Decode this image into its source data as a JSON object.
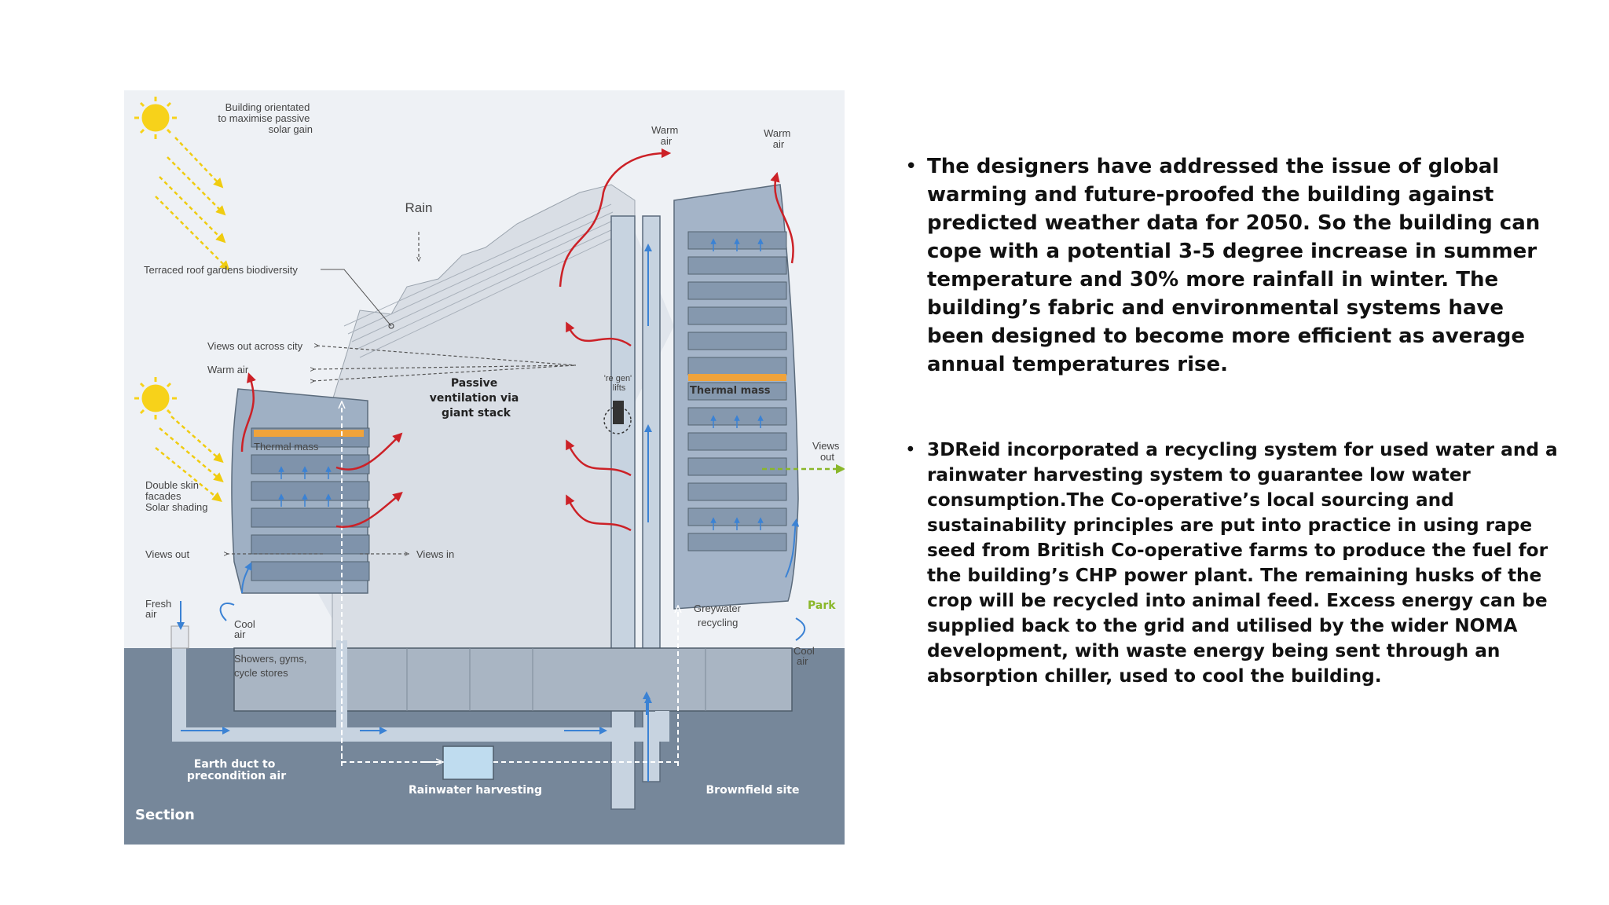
{
  "diagram": {
    "labels": {
      "orientation": [
        "Building orientated",
        "to maximise passive",
        "solar gain"
      ],
      "rain": "Rain",
      "roof_gardens": "Terraced roof gardens biodiversity",
      "views_city": "Views out across city",
      "warm_air_left": "Warm air",
      "warm_air_top1": [
        "Warm",
        "air"
      ],
      "warm_air_top2": [
        "Warm",
        "air"
      ],
      "passive": [
        "Passive",
        "ventilation via",
        "giant stack"
      ],
      "lifts": [
        "'re gen'",
        "lifts"
      ],
      "thermal_mass_left": "Thermal mass",
      "thermal_mass_right": "Thermal mass",
      "double_skin": [
        "Double skin",
        "facades",
        "Solar shading"
      ],
      "views_out_left": "Views out",
      "views_in": "Views in",
      "views_out_right": [
        "Views",
        "out"
      ],
      "fresh_air": [
        "Fresh",
        "air"
      ],
      "cool_air_left": [
        "Cool",
        "air"
      ],
      "cool_air_right": [
        "Cool",
        "air"
      ],
      "greywater": [
        "Greywater",
        "recycling"
      ],
      "park": "Park",
      "showers": [
        "Showers, gyms,",
        "cycle stores"
      ],
      "earth_duct": [
        "Earth duct to",
        "precondition air"
      ],
      "rainwater": "Rainwater harvesting",
      "brownfield": "Brownfield site",
      "section": "Section"
    },
    "colors": {
      "sky": "#eef1f5",
      "ground": "#76879a",
      "sun": "#f7d21a",
      "warm_arrow": "#cc2127",
      "cool_arrow": "#3b82d4",
      "thermal_mass": "#f0a33b",
      "views_out": "#8ab72a"
    }
  },
  "bullets": {
    "first": "The designers have addressed the issue of global warming and future-proofed the building against predicted weather data for 2050. So the building can cope with a potential 3-5 degree increase in summer temperature and 30% more rainfall in winter.  The building’s fabric and environmental systems have been designed to become more efficient as average annual temperatures rise.",
    "second": "3DReid incorporated a recycling system for used water and a rainwater harvesting system to guarantee low water consumption.The Co-operative’s local sourcing and sustainability principles are put into practice in using rape seed from British Co-operative farms to produce the fuel for the building’s CHP power plant.  The remaining husks of the crop will be recycled into animal feed. Excess energy can be supplied back to the grid and utilised by the wider NOMA development, with waste energy being sent through an absorption chiller, used to cool the building.",
    "marker": "•"
  }
}
